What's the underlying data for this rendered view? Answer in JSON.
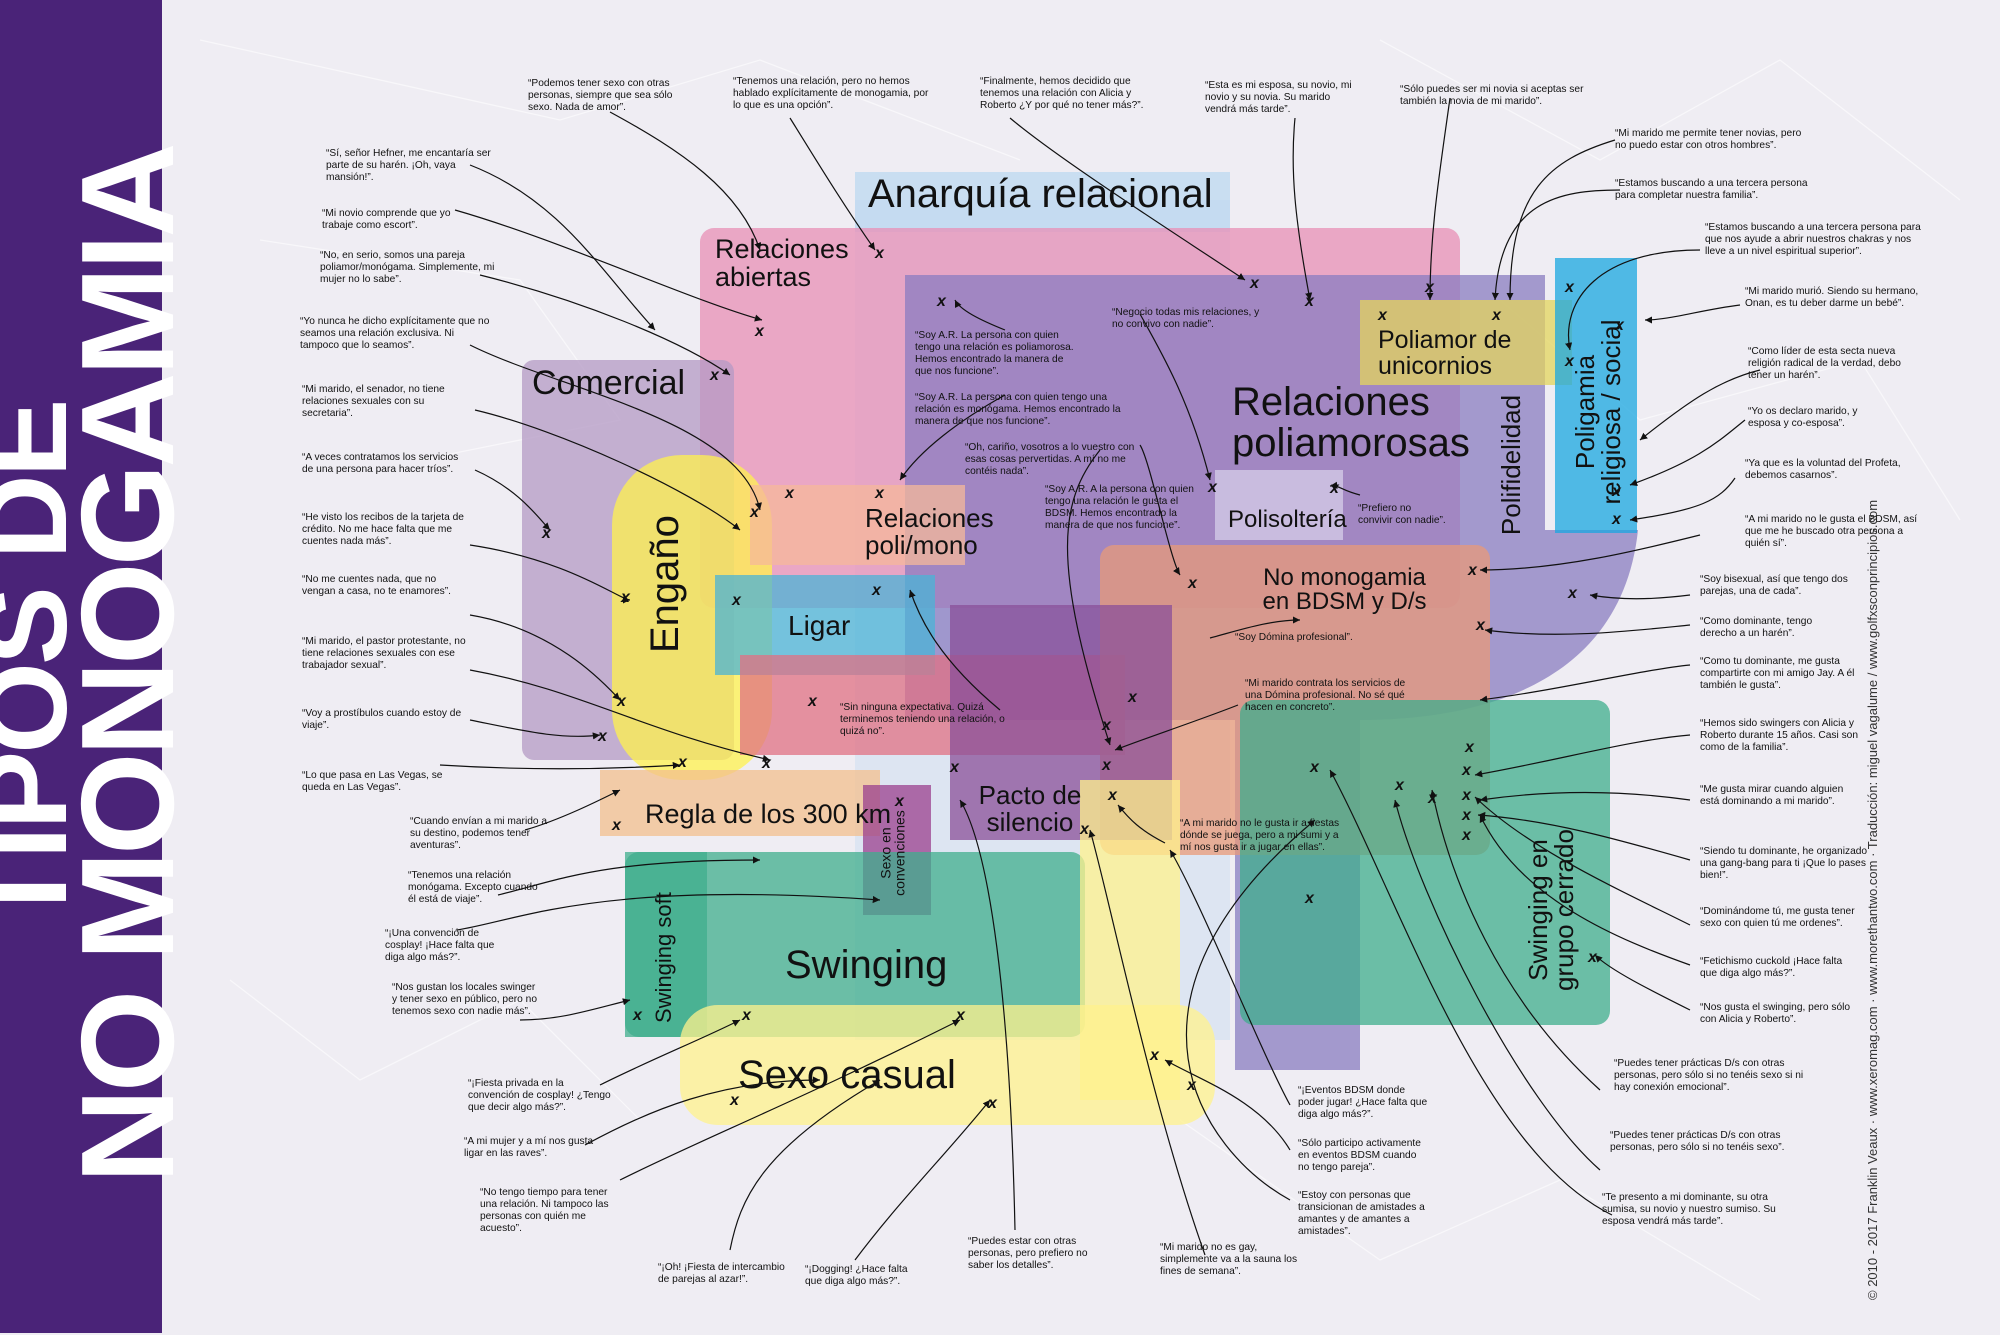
{
  "title": {
    "line1": "TIPOS DE",
    "line2": "NO MONOGAMIA"
  },
  "credits": "© 2010 - 2017 Franklin Veaux · www.xeromag.com · www.morethantwo.com · Traducción: miguel vagalume / www.golfxsconprincipios.com",
  "categories": {
    "anarquia": "Anarquía relacional",
    "abiertas": "Relaciones abiertas",
    "comercial": "Comercial",
    "engano": "Engaño",
    "polimono": "Relaciones poli/mono",
    "ligar": "Ligar",
    "poliamorosas": "Relaciones poliamorosas",
    "unicornios": "Poliamor de unicornios",
    "polifidelidad": "Polifidelidad",
    "poligamia": "Poligamia religiosa / social",
    "polisolteria": "Polisoltería",
    "bdsm": "No monogamia en BDSM y D/s",
    "pacto": "Pacto de silencio",
    "regla": "Regla de los 300 km",
    "convenciones": "Sexo en convenciones",
    "soft": "Swinging soft",
    "swinging": "Swinging",
    "cerrado": "Swinging en grupo cerrado",
    "casual": "Sexo casual"
  },
  "colors": {
    "title_band": "#4a2378",
    "anarquia": "#bcd8f0",
    "abiertas": "#e88fb5",
    "comercial": "#b49ac4",
    "engano": "#fff14e",
    "poliamorosas": "#8a7cc0",
    "unicornios": "#e3d45c",
    "poligamia": "#1aa7e0",
    "bdsm": "#e89a78",
    "swinging": "#3fae8c",
    "casual": "#fff28c",
    "ligar": "#4bb3d6",
    "pacto": "#8a4f98"
  },
  "quotes": {
    "q1": "“Podemos tener sexo con otras personas, siempre que sea sólo sexo. Nada de amor”.",
    "q2": "“Tenemos una relación, pero no hemos hablado explícitamente de monogamia, por lo que es una opción”.",
    "q3": "“Finalmente, hemos decidido que tenemos una relación con Alicia y Roberto ¿Y por qué no tener más?”.",
    "q4": "“Esta es mi esposa, su novio, mi novio y su novia. Su marido vendrá más tarde”.",
    "q5": "“Sólo puedes ser mi novia si aceptas ser también la novia de mi marido”.",
    "q6": "“Sí, señor Hefner, me encantaría ser parte de su harén. ¡Oh, vaya mansión!”.",
    "q7": "“Mi novio comprende que yo trabaje como escort”.",
    "q8": "“No, en serio, somos una pareja poliamor/monógama. Simplemente, mi mujer no lo sabe”.",
    "q9": "“Yo nunca he dicho explícitamente que no seamos una relación exclusiva. Ni tampoco que lo seamos”.",
    "q10": "“Mi marido, el senador, no tiene relaciones sexuales con su secretaria”.",
    "q11": "“A veces contratamos los servicios de una persona para hacer tríos”.",
    "q12": "“He visto los recibos de la tarjeta de crédito. No me hace falta que me cuentes nada más”.",
    "q13": "“No me cuentes nada, que no vengan a casa, no te enamores”.",
    "q14": "“Mi marido, el pastor protestante, no tiene relaciones sexuales con ese trabajador sexual”.",
    "q15": "“Voy a prostíbulos cuando estoy de viaje”.",
    "q16": "“Lo que pasa en Las Vegas, se queda en Las Vegas”.",
    "q17": "“Cuando envían a mi marido a su destino, podemos tener aventuras”.",
    "q18": "“Tenemos una relación monógama. Excepto cuando él está de viaje”.",
    "q19": "“¡Una convención de cosplay! ¡Hace falta que diga algo más?”.",
    "q20": "“Nos gustan los locales swinger y tener sexo en público, pero no tenemos sexo con nadie más”.",
    "q21": "“¡Fiesta privada en la convención de cosplay! ¿Tengo que decir algo más?”.",
    "q22": "“A mi mujer y a mí nos gusta ligar en las raves”.",
    "q23": "“No tengo tiempo para tener una relación. Ni tampoco las personas con quién me acuesto”.",
    "q24": "“¡Oh! ¡Fiesta de intercambio de parejas al azar!”.",
    "q25": "“¡Dogging! ¿Hace falta que diga algo más?”.",
    "q26": "“Puedes estar con otras personas, pero prefiero no saber los detalles”.",
    "q27": "“Mi marido no es gay, simplemente va a la sauna los fines de semana”.",
    "q28": "“¡Eventos BDSM donde poder jugar! ¿Hace falta que diga algo más?”.",
    "q29": "“Sólo participo activamente en eventos BDSM cuando no tengo pareja”.",
    "q30": "“Estoy con personas que transicionan de amistades a amantes y de amantes a amistades”.",
    "q31": "“Te presento a mi dominante, su otra sumisa, su novio y nuestro sumiso. Su esposa vendrá más tarde”.",
    "q32": "“Puedes tener prácticas D/s con otras personas, pero sólo si no tenéis sexo”.",
    "q33": "“Puedes tener prácticas D/s con otras personas, pero sólo si no tenéis sexo si ni hay conexión emocional”.",
    "q34": "“Nos gusta el swinging, pero sólo con Alicia y Roberto”.",
    "q35": "“Fetichismo cuckold ¡Hace falta que diga algo más?”.",
    "q36": "“Dominándome tú, me gusta tener sexo con quien tú me ordenes”.",
    "q37": "“Siendo tu dominante, he organizado una gang-bang para ti ¡Que lo pases bien!”.",
    "q38": "“Me gusta mirar cuando alguien está dominando a mi marido”.",
    "q39": "“Hemos sido swingers con Alicia y Roberto durante 15 años. Casi son como de la familia”.",
    "q40": "“Como tu dominante, me gusta compartirte con mi amigo Jay. A él también le gusta”.",
    "q41": "“Como dominante, tengo derecho a un harén”.",
    "q42": "“Soy bisexual, así que tengo dos parejas, una de cada”.",
    "q43": "“A mi marido no le gusta el BDSM, así que me he buscado otra persona a quién sí”.",
    "q44": "“Ya que es la voluntad del Profeta, debemos casarnos”.",
    "q45": "“Yo os declaro marido, y esposa y co-esposa”.",
    "q46": "“Como líder de esta secta nueva religión radical de la verdad, debo tener un harén”.",
    "q47": "“Mi marido murió. Siendo su hermano, Onan, es tu deber darme un bebé”.",
    "q48": "“Estamos buscando a una tercera persona para que nos ayude a abrir nuestros chakras y nos lleve a un nivel espiritual superior”.",
    "q49": "“Estamos buscando a una tercera persona para completar nuestra familia”.",
    "q50": "“Mi marido me permite tener novias, pero no puedo estar con otros hombres”.",
    "q51": "“Soy A.R. La persona con quien tengo una relación es poliamorosa. Hemos encontrado la manera de que nos funcione”.",
    "q52": "“Soy A.R. La persona con quien tengo una relación es monógama. Hemos encontrado la manera de que nos funcione”.",
    "q53": "“Oh, cariño, vosotros a lo vuestro con esas cosas pervertidas. A mí no me contéis nada”.",
    "q54": "“Soy A.R. A la persona con quien tengo una relación le gusta el BDSM. Hemos encontrado la manera de que nos funcione”.",
    "q55": "“Negocio todas mis relaciones, y no convivo con nadie”.",
    "q56": "“Prefiero no convivir con nadie”.",
    "q57": "“Soy Dómina profesional”.",
    "q58": "“Mi marido contrata los servicios de una Dómina profesional. No sé qué hacen en concreto”.",
    "q59": "“Sin ninguna expectativa. Quizá terminemos teniendo una relación, o quizá no”.",
    "q60": "“A mi marido no le gusta ir a fiestas dónde se juega, pero a mi sumi y a mí nos gusta ir a jugar en ellas”."
  }
}
